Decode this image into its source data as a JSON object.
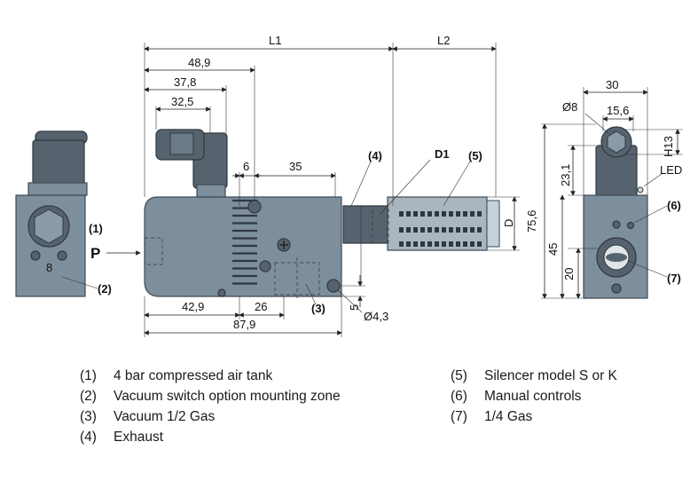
{
  "dimensions": {
    "L1": "L1",
    "L2": "L2",
    "d48_9": "48,9",
    "d37_8": "37,8",
    "d32_5": "32,5",
    "d6": "6",
    "d35": "35",
    "d42_9": "42,9",
    "d26": "26",
    "d87_9": "87,9",
    "d5": "5",
    "dia4_3": "Ø4,3",
    "D": "D",
    "D1": "D1",
    "d30": "30",
    "dia8": "Ø8",
    "d15_6": "15,6",
    "H13": "H13",
    "d23_1": "23,1",
    "d75_6": "75,6",
    "d45": "45",
    "d20": "20",
    "LED": "LED"
  },
  "callouts": {
    "c1": "(1)",
    "c2": "(2)",
    "c3": "(3)",
    "c4": "(4)",
    "c5": "(5)",
    "c6": "(6)",
    "c7": "(7)",
    "P": "P",
    "side_mark": "8"
  },
  "legend": [
    {
      "num": "(1)",
      "text": "4 bar compressed air tank"
    },
    {
      "num": "(2)",
      "text": "Vacuum switch option mounting zone"
    },
    {
      "num": "(3)",
      "text": "Vacuum 1/2 Gas"
    },
    {
      "num": "(4)",
      "text": "Exhaust"
    },
    {
      "num": "(5)",
      "text": "Silencer model S or K"
    },
    {
      "num": "(6)",
      "text": "Manual controls"
    },
    {
      "num": "(7)",
      "text": "1/4 Gas"
    }
  ],
  "colors": {
    "body": "#7d8e9c",
    "dark": "#56636f",
    "outline": "#3e4a55"
  }
}
